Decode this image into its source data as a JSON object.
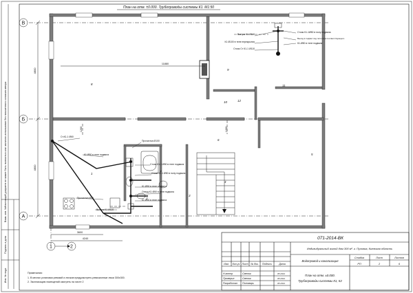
{
  "sheet_title": "План на отм. ±0.000. Трубопроводы системы К1. М1:50",
  "stamp": {
    "doc_code": "071-2014-ВК",
    "object_name": "Индивидуальный жилой дом 300 м². г. Пуховка, Киевская область",
    "section_name": "Водопровод и канализация",
    "drawing_name_1": "План на отм. ±0.000.",
    "drawing_name_2": "Трубопроводы системы К1, К2",
    "col_headers": [
      "Изм.",
      "Кол.уч",
      "Лист",
      "№ док.",
      "Подпись",
      "Дата"
    ],
    "stage_label": "Стадия",
    "sheet_label": "Лист",
    "sheets_label": "Листов",
    "stage_value": "РП",
    "sheet_value": "2",
    "sheets_value": "6",
    "roles": [
      "Н.контр",
      "Проверил",
      "Разработал"
    ],
    "signers": [
      "Смелик",
      "Смелик",
      "Пономарь"
    ],
    "dates": [
      "05.2014",
      "05.2014",
      "05.2014"
    ]
  },
  "notes": {
    "heading": "Примечания:",
    "lines": [
      "1.    В местах установки ревизий и лючков предусмотреть ревизионные люки  300х300.",
      "2.    Экспликацию помещений смотреть на листе  2"
    ]
  },
  "side_text": {
    "rotated_note": "Настоящий документ не может быть полностью или частично использован без письменного согласия автора",
    "small_cells": [
      "Взам. инв. №",
      "Подпись и дата",
      "Инв. № подл."
    ]
  },
  "axes": {
    "rows": [
      "В",
      "Б",
      "А"
    ],
    "cols": [
      "1",
      "2"
    ]
  },
  "dimensions": {
    "v_upper": "4800",
    "v_lower": "4800",
    "h_main": "11880",
    "h_small_1": "3600",
    "h_small_2": "4240",
    "h_small_3": "1200",
    "h_small_4": "1200"
  },
  "room_numbers": [
    "8",
    "9",
    "10",
    "11",
    "12",
    "5",
    "6",
    "4",
    "3",
    "1",
    "7",
    "2"
  ],
  "annotations": {
    "top_riser_1": "Выпуск К1 Ø110",
    "top_riser_2": "К1 Ø100 в теле перекрытия",
    "top_riser_3": "Стояк Ст К1-1 Ø110",
    "top_right_1": "Стояк К1-1Ø50 в полу подвалa",
    "top_right_2": "Выход в подвал под потолком соответствующего",
    "top_right_3": "К1-Ø50 в теле подвала",
    "left_pipe_1": "Ст.К1-1 Ø60",
    "left_pipe_2": "К1 Ø50 в теле подвалa",
    "mid_1": "Прочистка Ø100",
    "mid_2": "Стояк К1-1 Ø50 в теле подвала",
    "mid_3": "Стояк К1-1 Ø50 в полу подвала",
    "mid_4": "К1 Ø50 в теле подвала",
    "mid_5": "Отвод К1 Ø50 в теле подвала",
    "mid_6": "К1 Ø50 в теле подвала",
    "bottom_1": "Прочистка Ø50",
    "bottom_2": "Выпуск К1 Ø110"
  }
}
